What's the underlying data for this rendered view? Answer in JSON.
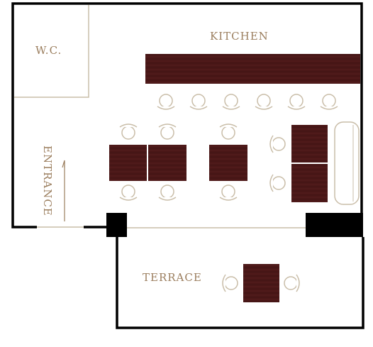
{
  "labels": {
    "kitchen": "KITCHEN",
    "wc": "W.C.",
    "entrance": "ENTRANCE",
    "terrace": "TERRACE"
  },
  "colors": {
    "wall": "#000000",
    "partition": "#c9bda8",
    "table": "#4a1717",
    "chair_stroke": "#c9bda8",
    "label": "#9b7e5e"
  },
  "icons": {
    "entrance_marker": "arrow-up-icon"
  }
}
